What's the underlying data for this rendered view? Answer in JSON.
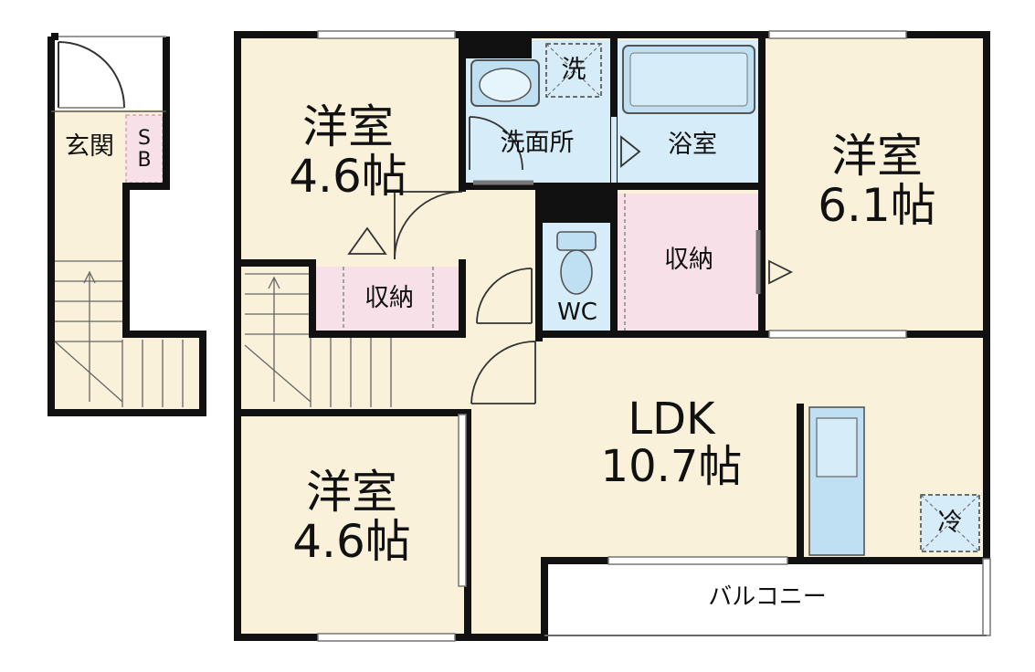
{
  "rooms": {
    "bedroom_nw": {
      "name": "洋室",
      "size": "4.6帖"
    },
    "bedroom_sw": {
      "name": "洋室",
      "size": "4.6帖"
    },
    "bedroom_e": {
      "name": "洋室",
      "size": "6.1帖"
    },
    "ldk": {
      "name": "LDK",
      "size": "10.7帖"
    },
    "washroom": "洗面所",
    "bath": "浴室",
    "toilet": "WC",
    "closet_center": "収納",
    "closet_west": "収納",
    "washer": "洗",
    "fridge": "冷",
    "balcony": "バルコニー",
    "entrance": "玄関",
    "shoe_box": {
      "line1": "S",
      "line2": "B"
    }
  },
  "colors": {
    "room_floor": "#f9f1da",
    "wet_area": "#d6ecf8",
    "closet": "#f8e0e8",
    "wall": "#111111",
    "fixture": "#bfe0f2"
  }
}
